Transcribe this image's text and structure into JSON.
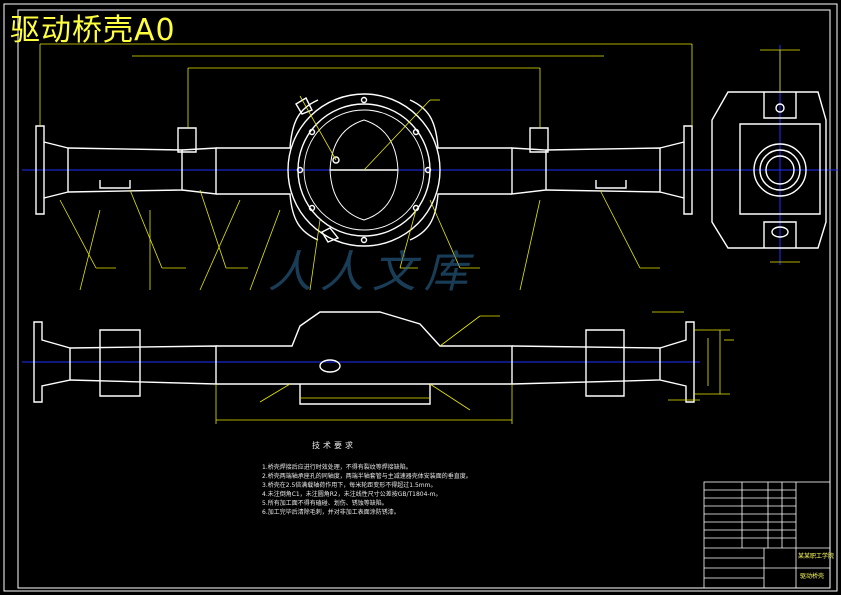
{
  "drawing": {
    "title": "驱动桥壳A0",
    "watermark": "人人文库",
    "notes_title": "技术要求",
    "notes": [
      "1.桥壳焊接后应进行时效处理，不得有裂纹等焊接缺陷。",
      "2.桥壳两端轴承座孔的同轴度，两端半轴套管与主减速器壳体安装面的垂直度。",
      "3.桥壳在2.5倍满载轴荷作用下，每米轮距变形不得超过1.5mm。",
      "4.未注倒角C1，未注圆角R2，未注线性尺寸公差按GB/T1804-m。",
      "5.所有加工面不得有磕碰、划伤、锈蚀等缺陷。",
      "6.加工完毕后清除毛刺，并对非加工表面涂防锈漆。"
    ],
    "title_block": {
      "school": "某某职工学院",
      "part_name": "驱动桥壳"
    },
    "colors": {
      "background": "#000000",
      "outline": "#ffffff",
      "dimension": "#ffff00",
      "centerline": "#0000ff",
      "watermark": "#2e6f9e"
    }
  }
}
